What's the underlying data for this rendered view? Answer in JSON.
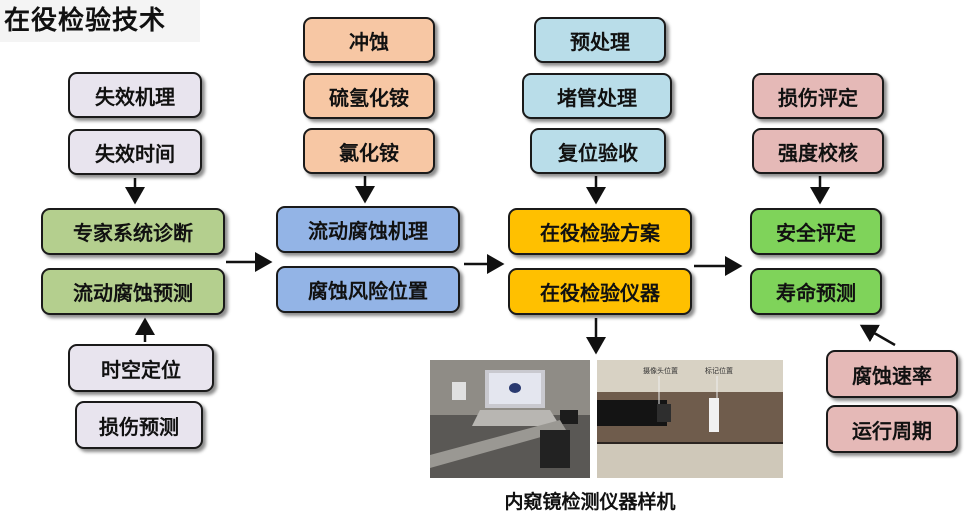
{
  "title": "在役检验技术",
  "colors": {
    "gray": "#e8e4ee",
    "green": "#b4cf8e",
    "orange": "#f7c7a4",
    "blue": "#93b4e6",
    "lightblue": "#b9dde9",
    "gold": "#ffc000",
    "pink": "#e5b9b7",
    "brightgreen": "#7fd35a"
  },
  "col1": {
    "top": [
      "失效机理",
      "失效时间"
    ],
    "core": [
      "专家系统诊断",
      "流动腐蚀预测"
    ],
    "bottom": [
      "时空定位",
      "损伤预测"
    ]
  },
  "col2": {
    "top": [
      "冲蚀",
      "硫氢化铵",
      "氯化铵"
    ],
    "core": [
      "流动腐蚀机理",
      "腐蚀风险位置"
    ]
  },
  "col3": {
    "top": [
      "预处理",
      "堵管处理",
      "复位验收"
    ],
    "core": [
      "在役检验方案",
      "在役检验仪器"
    ]
  },
  "col4": {
    "top": [
      "损伤评定",
      "强度校核"
    ],
    "core": [
      "安全评定",
      "寿命预测"
    ],
    "bottom": [
      "腐蚀速率",
      "运行周期"
    ]
  },
  "photos": {
    "label_a": "摄像头位置",
    "label_b": "标记位置"
  },
  "caption": "内窥镜检测仪器样机"
}
